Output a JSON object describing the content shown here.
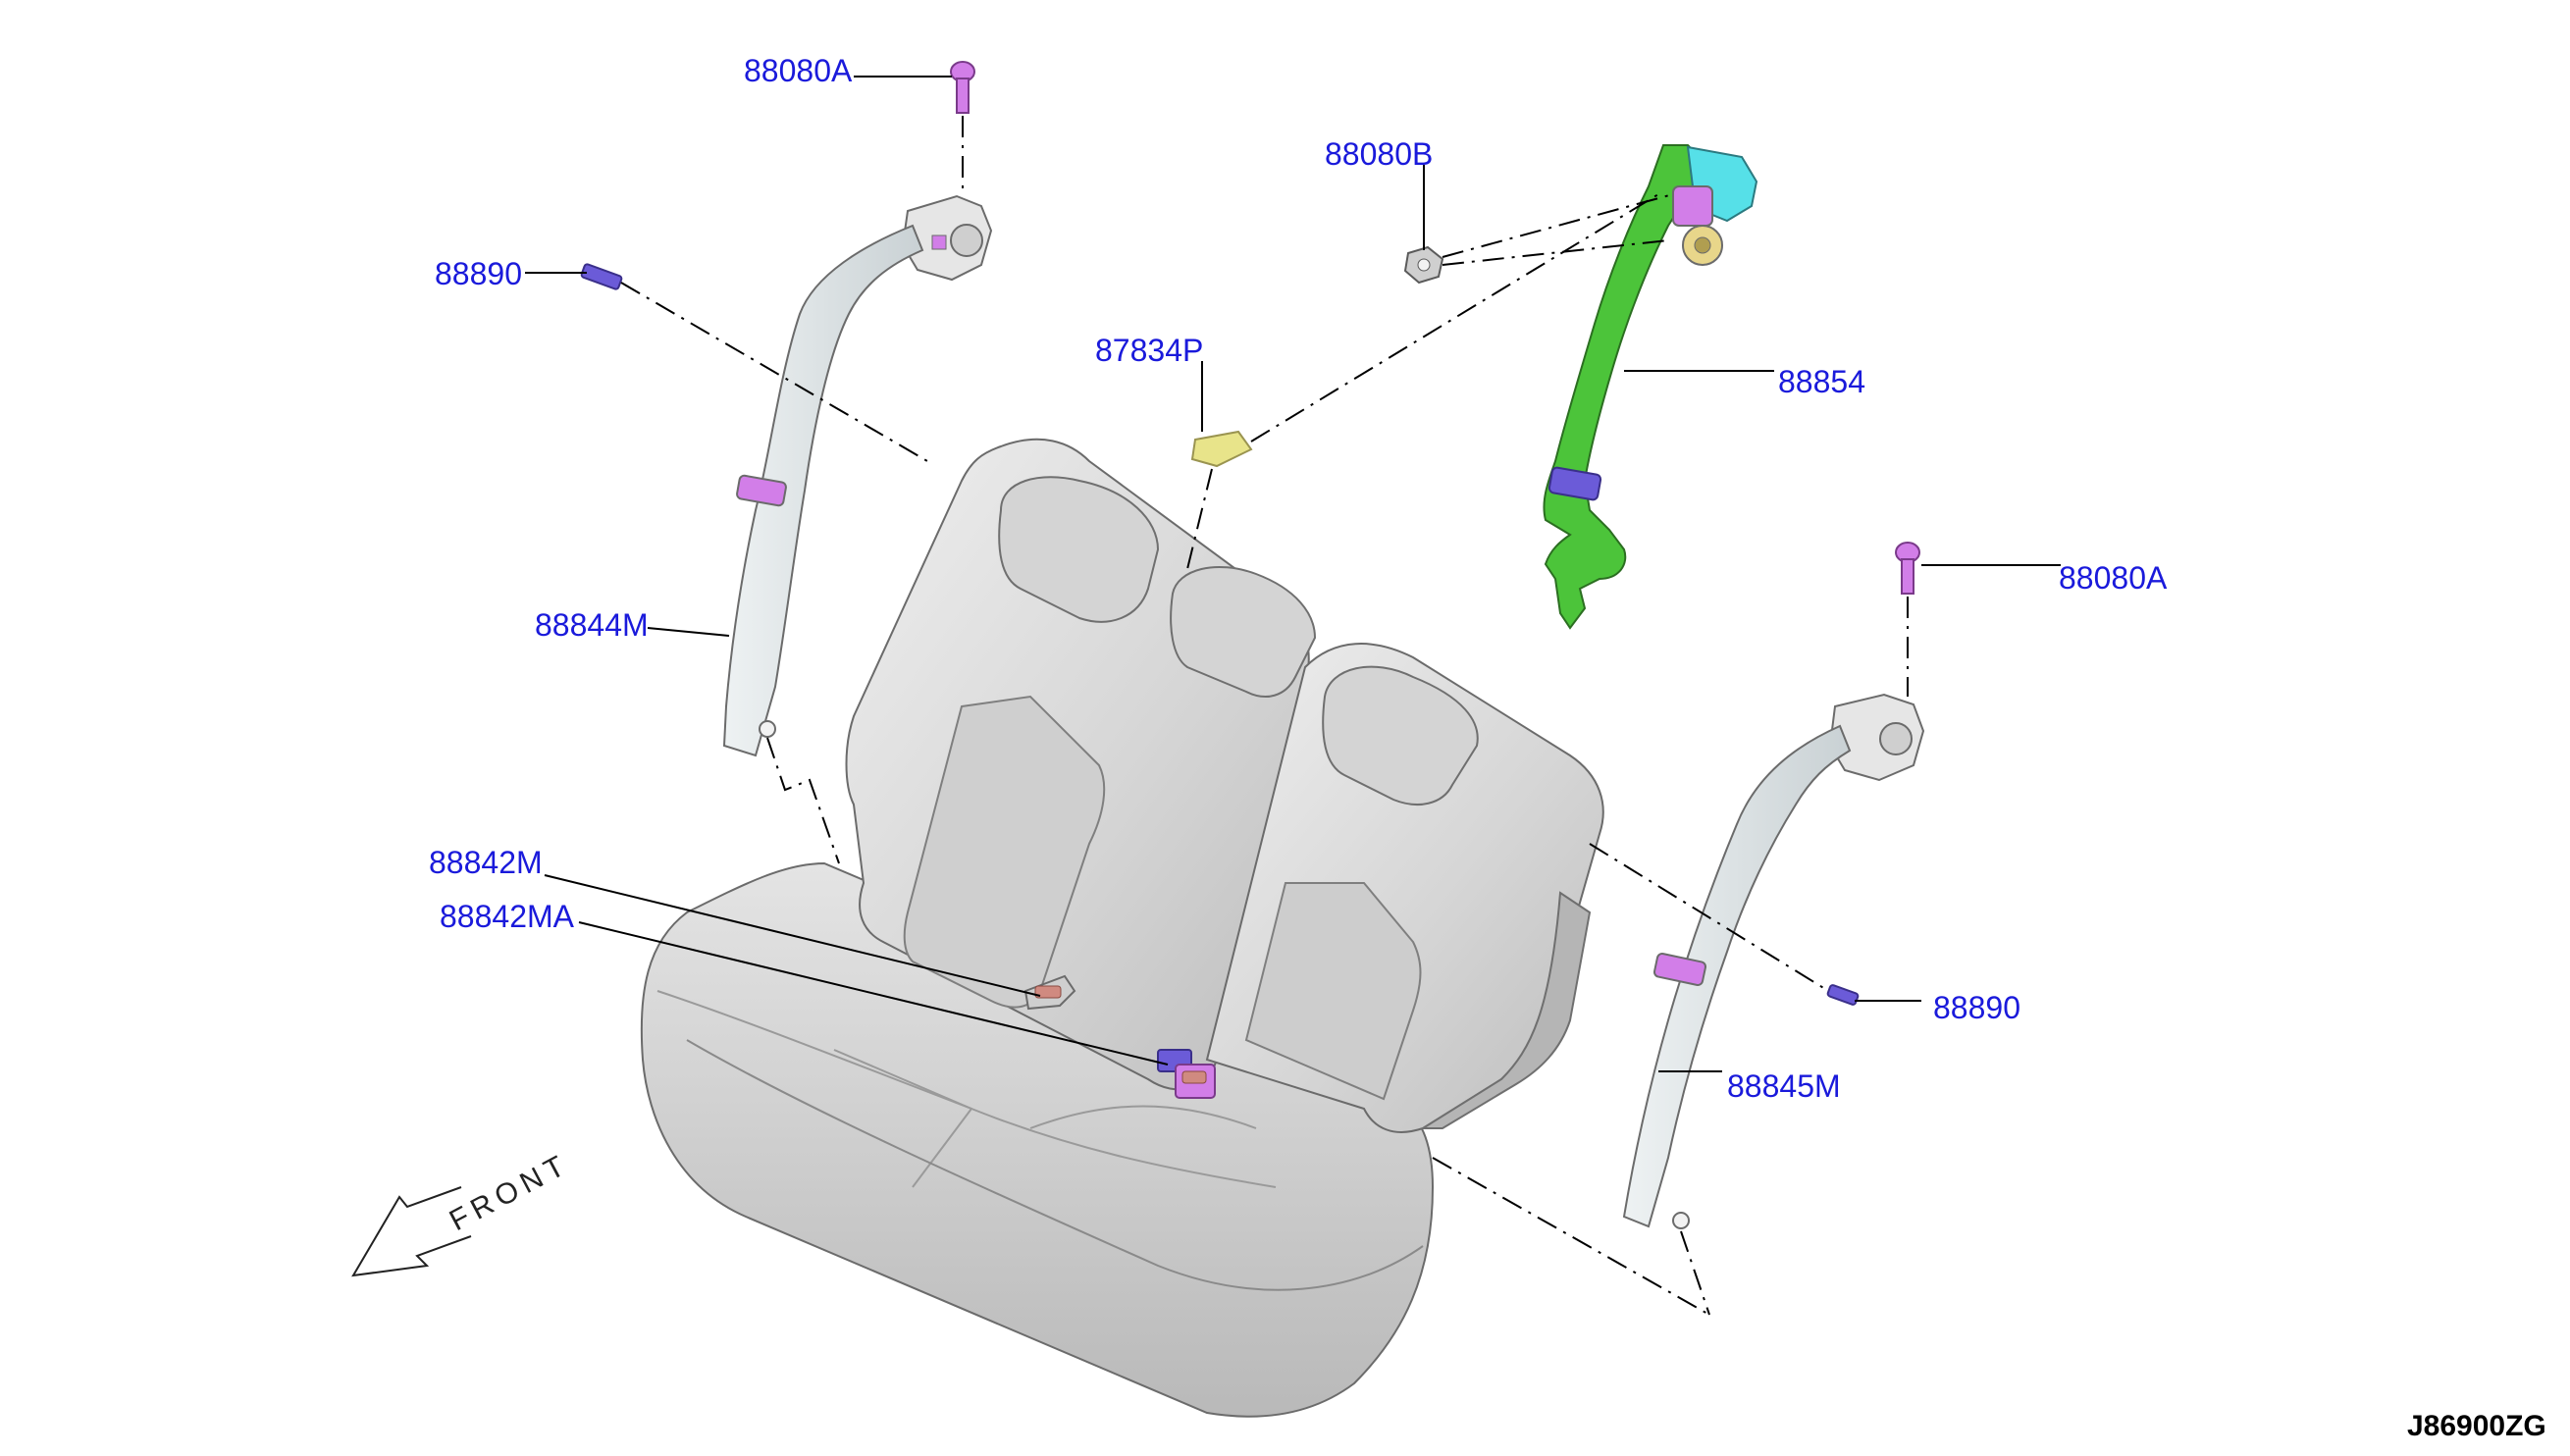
{
  "diagram": {
    "labels": {
      "bolt_top_left": "88080A",
      "nut_center": "88080B",
      "anchor_left": "88890",
      "clip": "87834P",
      "center_belt": "88854",
      "bolt_right": "88080A",
      "belt_left": "88844M",
      "buckle_left": "88842M",
      "buckle_center": "88842MA",
      "anchor_right": "88890",
      "belt_right": "88845M"
    },
    "front_label": "FRONT",
    "drawing_code": "J86900ZG",
    "colors": {
      "label": "#1a1adb",
      "center_belt": "#4cc43a",
      "bolt": "#d27ee8",
      "anchor": "#6b5bd8",
      "clip": "#e8e48a",
      "seat": "#dcdcdc",
      "belt_webbing": "#d8dee0",
      "retractor_cap": "#56e0e8"
    }
  }
}
